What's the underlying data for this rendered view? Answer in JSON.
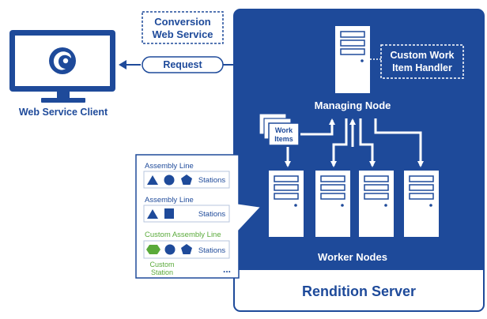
{
  "diagram": {
    "service_box": {
      "line1": "Conversion",
      "line2": "Web Service"
    },
    "request_label": "Request",
    "client_label": "Web Service Client",
    "handler_box": {
      "line1": "Custom Work",
      "line2": "Item Handler"
    },
    "managing_node_label": "Managing Node",
    "work_items": {
      "line1": "Work",
      "line2": "Items"
    },
    "worker_nodes_label": "Worker Nodes",
    "server_label": "Rendition Server",
    "assembly_panel": {
      "line1": {
        "title": "Assembly Line",
        "stations": "Stations"
      },
      "line2": {
        "title": "Assembly Line",
        "stations": "Stations"
      },
      "line3": {
        "title": "Custom Assembly Line",
        "stations": "Stations"
      },
      "custom_station": {
        "line1": "Custom",
        "line2": "Station"
      },
      "more": "..."
    },
    "colors": {
      "primary_blue": "#1e4a9a",
      "light_blue_bg": "#ffffff",
      "green": "#5aaa3a",
      "dark_text": "#1e4a9a"
    }
  }
}
